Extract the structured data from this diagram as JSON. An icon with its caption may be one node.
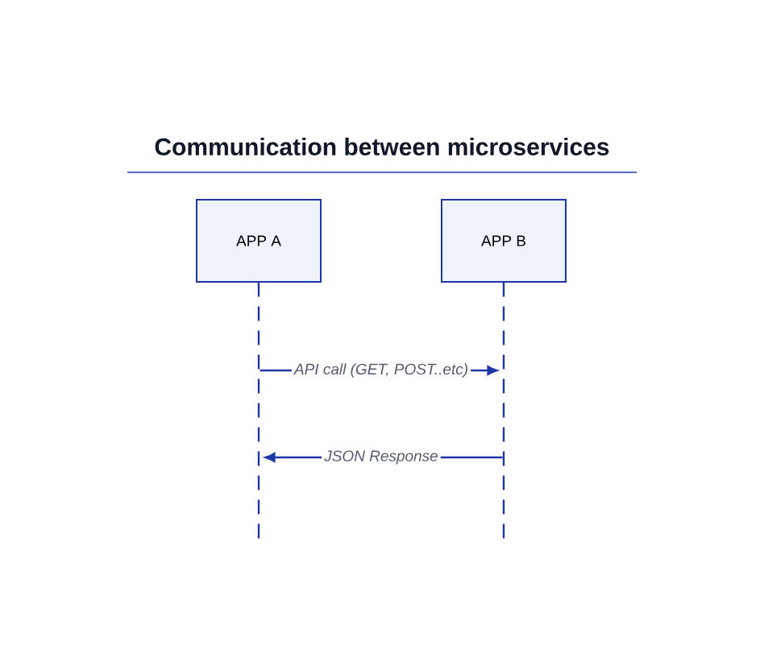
{
  "diagram": {
    "title": "Communication between microservices",
    "nodes": [
      {
        "text": [
          "APP A"
        ]
      },
      {
        "text": [
          "APP B"
        ]
      },
      {
        "text": [],
        "shape": "line"
      },
      {
        "text": [],
        "shape": "line"
      }
    ],
    "edges": [
      {
        "from": 2,
        "to": 3,
        "arrow": "to",
        "label": "API call (GET, POST..etc)"
      },
      {
        "from": 3,
        "to": 2,
        "arrow": "to",
        "label": "JSON Response"
      }
    ]
  }
}
